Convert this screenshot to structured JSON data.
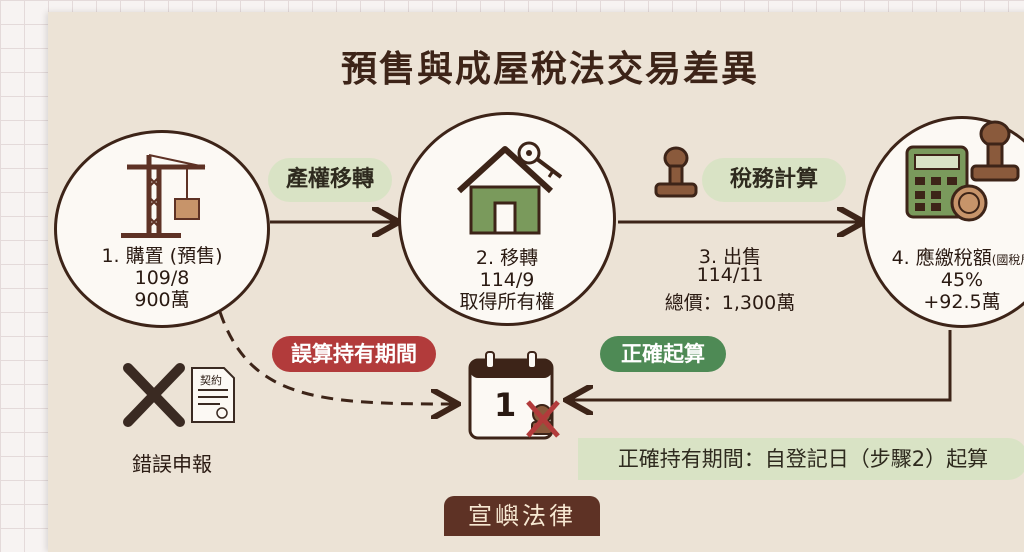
{
  "title": "預售與成屋稅法交易差異",
  "steps": [
    {
      "label": "1. 購置 (預售)",
      "date": "109/8",
      "amount": "900萬"
    },
    {
      "label": "2. 移轉",
      "date": "114/9",
      "note": "取得所有權"
    },
    {
      "label": "3. 出售",
      "date": "114/11",
      "amount": "總價：1,300萬"
    },
    {
      "label": "4. 應繳稅額",
      "sub": "(國稅局",
      "rate": "45%",
      "amount": "+92.5萬"
    }
  ],
  "arrows": {
    "transfer": "產權移轉",
    "tax_calc": "稅務計算",
    "wrong_period": "誤算持有期間",
    "correct_start": "正確起算"
  },
  "calendar_number": "1",
  "contract_label": "契約",
  "wrong_report": "錯誤申報",
  "correct_period": "正確持有期間：自登記日（步驟2）起算",
  "footer": "宣嶼法律",
  "colors": {
    "brown": "#3d2418",
    "red": "#b23b3b",
    "green": "#4e8a55",
    "house": "#7a9a5c",
    "stamp": "#8a5a3c"
  },
  "icons": [
    "crane-icon",
    "house-icon",
    "key-icon",
    "stamp-icon",
    "calculator-icon",
    "calendar-icon",
    "cross-icon",
    "contract-icon"
  ]
}
